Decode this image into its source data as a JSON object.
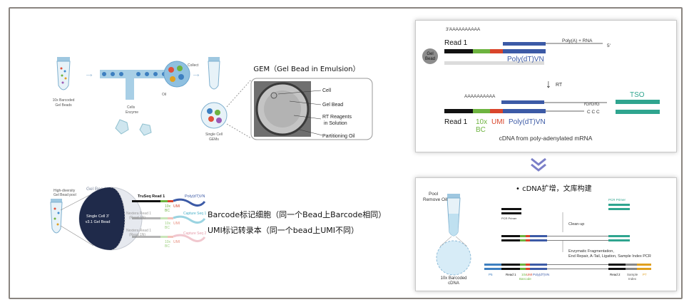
{
  "gem_panel": {
    "tube_label_1": "10x Barcoded",
    "tube_label_2": "Gel Beads",
    "oil_label": "Oil",
    "cells_label": "Cells",
    "enzyme_label": "Enzyme",
    "collect_label": "Collect",
    "single_cell_label": "Single Cell",
    "gems_label": "GEMs",
    "gem_title": "GEM（Gel Bead in Emulsion）",
    "gem_cell": "Cell",
    "gem_gelbead": "Gel Bead",
    "gem_rt1": "RT Reagents",
    "gem_rt2": "in Solution",
    "gem_oil": "Partitioning Oil"
  },
  "gelbead_panel": {
    "pool_1": "High-diversity",
    "pool_2": "Gel Bead pool",
    "gel_bead_title": "Gel Bead",
    "single_cell_1": "Single Cell 3'",
    "single_cell_2": "v3.1 Gel Bead",
    "truseq": "TruSeq Read 1",
    "polydt": "Poly(dT)VN",
    "nextera1a": "Nextera Read 1",
    "nextera1b": "(Read 1N)",
    "nextera2a": "Nextera Read 1",
    "nextera2b": "(Read 1N)",
    "tenx": "10x",
    "bc": "BC",
    "umi": "UMI",
    "capture1": "Capture Seq 1",
    "capture2": "Capture Seq 2",
    "barcode_note": "Barcode标记细胞（同一个Bead上Barcode相同）",
    "umi_note": "UMI标记转录本（同一个bead上UMI不同）"
  },
  "rt_panel": {
    "polya_top": "3'AAAAAAAAAA",
    "read1": "Read 1",
    "polya_rna": "Poly(A) + RNA",
    "five_prime": "5'",
    "gel": "Gel",
    "bead": "Bead",
    "polydt": "Poly(dT)VN",
    "rt": "RT",
    "polya_bottom": "AAAAAAAAAA",
    "rgrgrg": "rGrGrG",
    "ccc": "C C C",
    "tso": "TSO",
    "read1_b": "Read 1",
    "tenx": "10x",
    "bc": "BC",
    "umi": "UMI",
    "polydt_b": "Poly(dT)VN",
    "caption": "cDNA from poly-adenylated mRNA"
  },
  "lib_panel": {
    "title": "•  cDNA扩增，文库构建",
    "pool": "Pool",
    "remove_oil": "Remove Oil",
    "pcr_primer_left": "PCR Primer",
    "pcr_primer_right": "PCR Primer",
    "cleanup": "Clean-up",
    "frag1": "Enzymatic Fragmentation,",
    "frag2": "End Repair, A-Tail, Ligation, Sample Index PCR",
    "barcoded1": "10x Barcoded",
    "barcoded2": "cDNA",
    "p5": "P5",
    "read1": "Read 1",
    "tenx": "10x",
    "barcode": "Barcode",
    "umi": "UMI",
    "polydt": "Poly(dT)VN",
    "read2": "Read 2",
    "sample1": "Sample",
    "sample2": "Index",
    "p7": "P7"
  },
  "colors": {
    "blue_seq": "#3c5aa6",
    "green": "#6db33f",
    "red": "#d9452b",
    "teal": "#2fa58f",
    "frame": "#8a8580"
  }
}
